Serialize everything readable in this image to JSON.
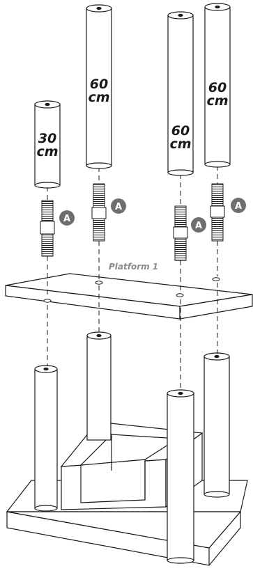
{
  "posts_top": [
    {
      "length_number": "30",
      "length_unit": "cm"
    },
    {
      "length_number": "60",
      "length_unit": "cm"
    },
    {
      "length_number": "60",
      "length_unit": "cm"
    },
    {
      "length_number": "60",
      "length_unit": "cm"
    }
  ],
  "connector_label": "A",
  "platform_label": "Platform 1",
  "colors": {
    "line": "#1a1a1a",
    "fill": "#ffffff",
    "badge": "#6e6e6e",
    "platform_text": "#8a8a8a"
  }
}
